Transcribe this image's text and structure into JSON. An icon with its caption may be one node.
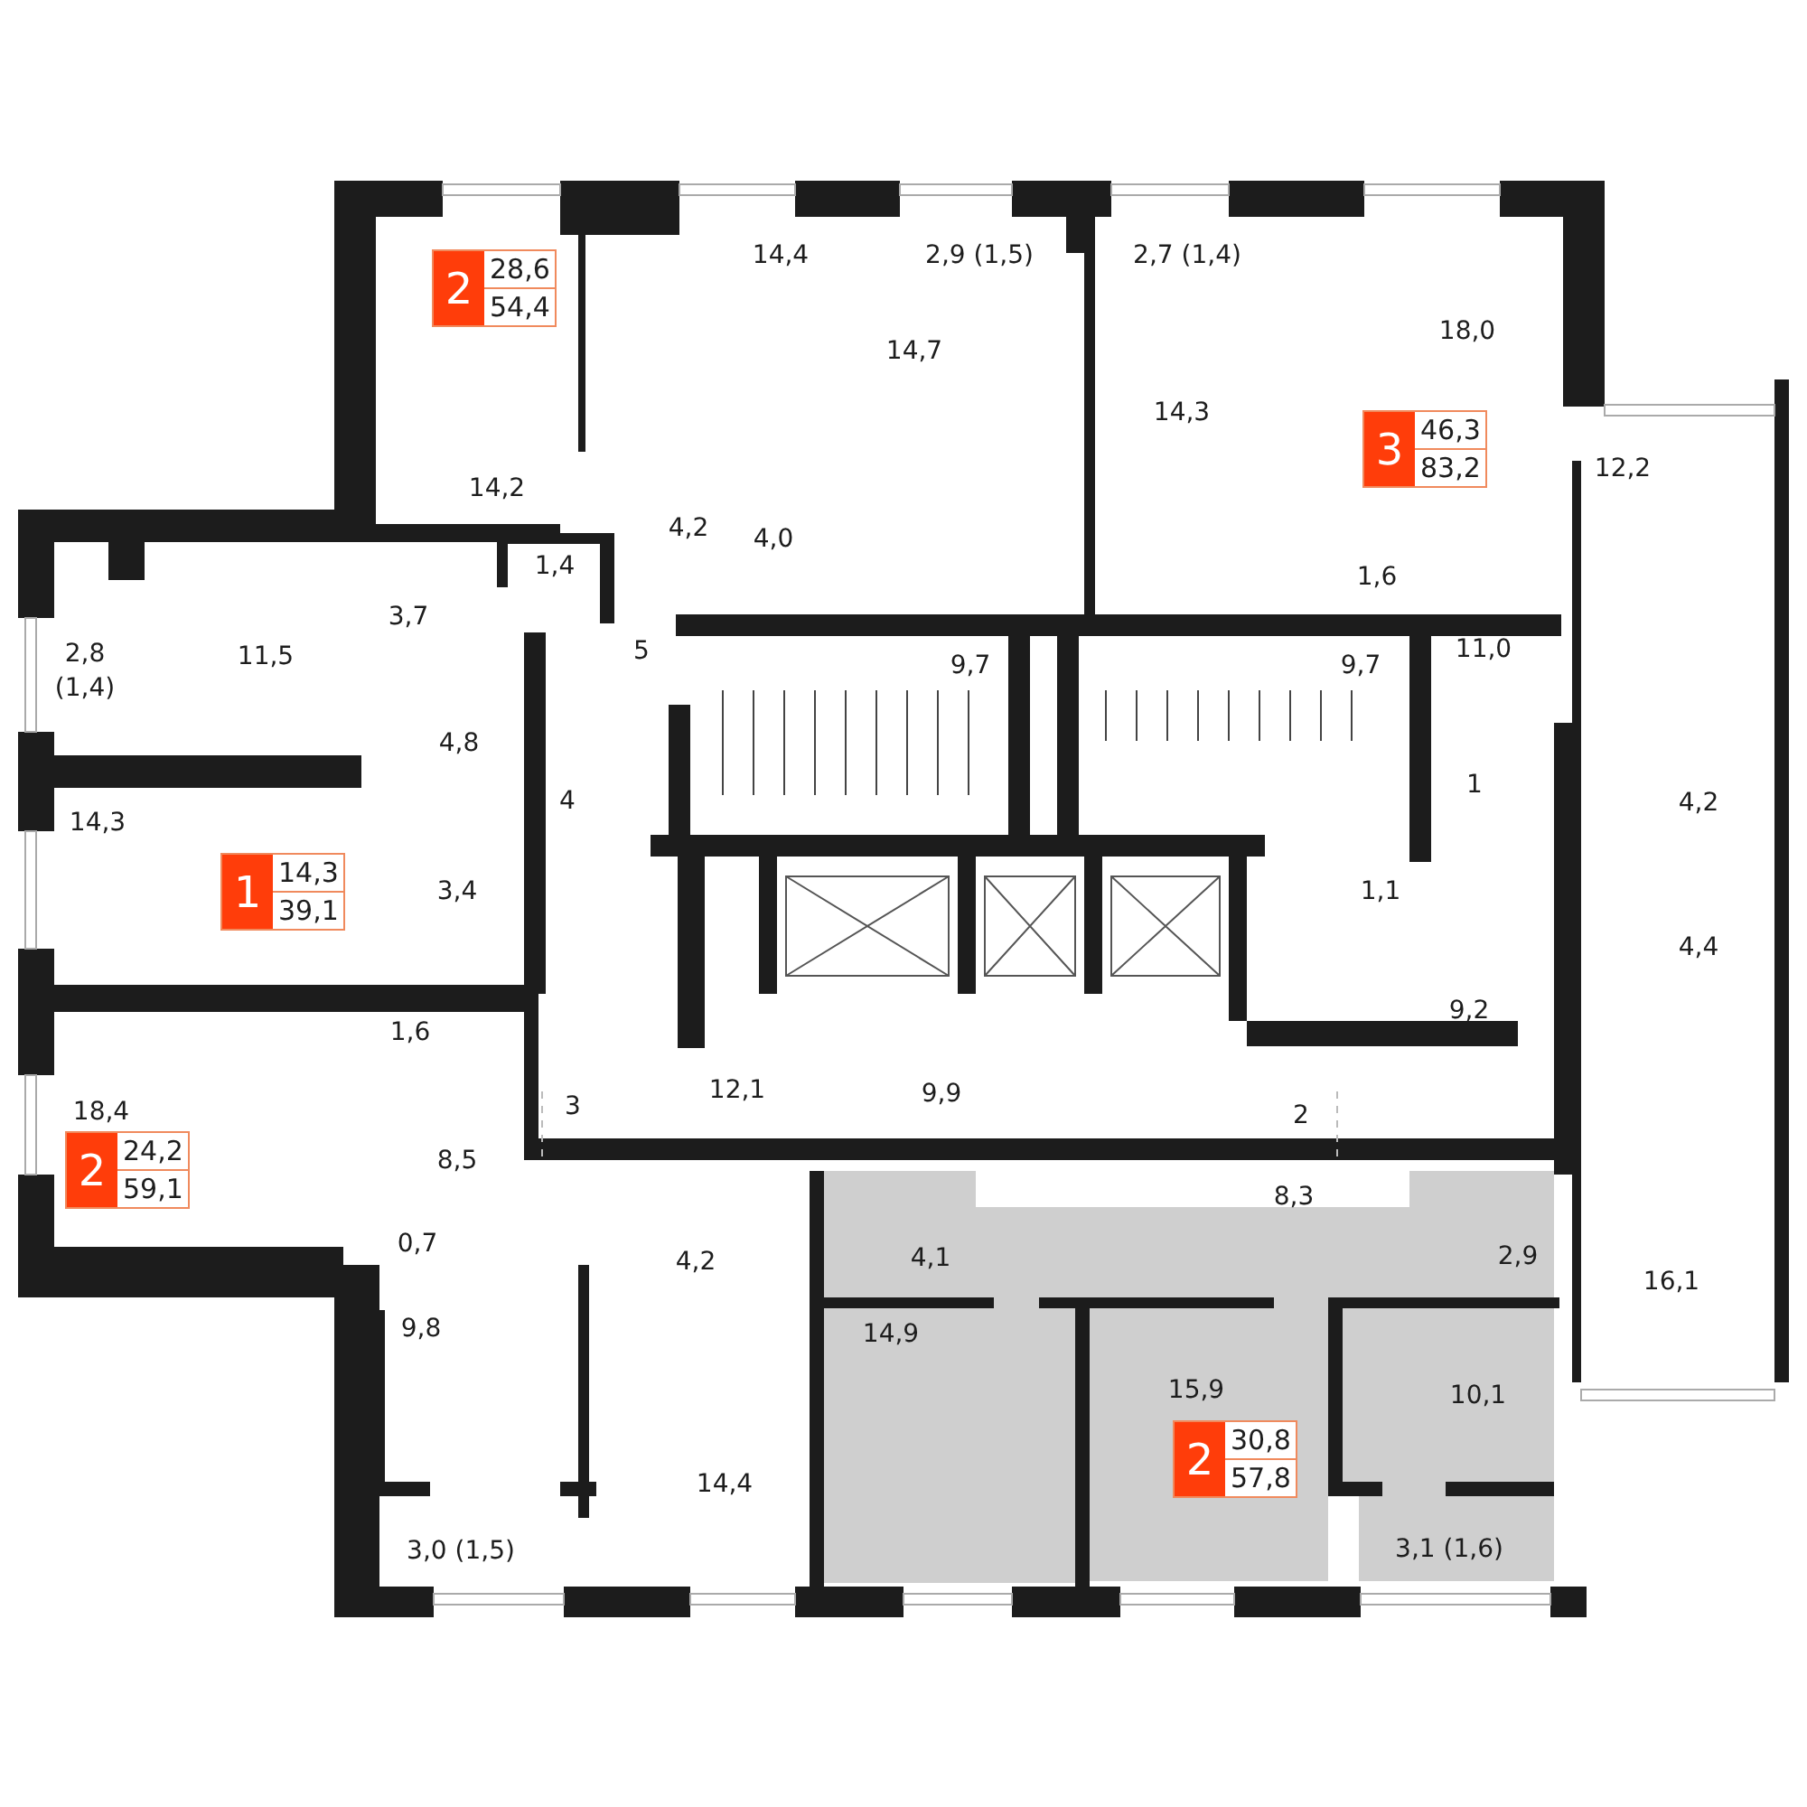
{
  "diagram": {
    "nodes": [
      {
        "text": [
          "2",
          "28,6",
          "54,4"
        ]
      },
      {
        "text": [
          "3",
          "46,3",
          "83,2"
        ]
      },
      {
        "text": [
          "1",
          "14,3",
          "39,1"
        ]
      },
      {
        "text": [
          "2",
          "24,2",
          "59,1"
        ]
      },
      {
        "text": [
          "2",
          "30,8",
          "57,8"
        ]
      }
    ],
    "labels": [
      "14,4",
      "2,9 (1,5)",
      "2,7 (1,4)",
      "18,0",
      "14,7",
      "14,3",
      "12,2",
      "14,2",
      "4,2",
      "4,0",
      "2,8 (1,4)",
      "11,5",
      "1,4",
      "3,7",
      "1,6",
      "5",
      "11,0",
      "9,7",
      "9,7",
      "4,8",
      "1",
      "4",
      "4,2",
      "14,3",
      "3,4",
      "1,1",
      "4,4",
      "9,2",
      "1,6",
      "18,4",
      "12,1",
      "9,9",
      "3",
      "2",
      "8,5",
      "8,3",
      "0,7",
      "4,2",
      "4,1",
      "2,9",
      "16,1",
      "9,8",
      "14,9",
      "15,9",
      "10,1",
      "14,4",
      "3,0 (1,5)",
      "3,1 (1,6)"
    ]
  }
}
